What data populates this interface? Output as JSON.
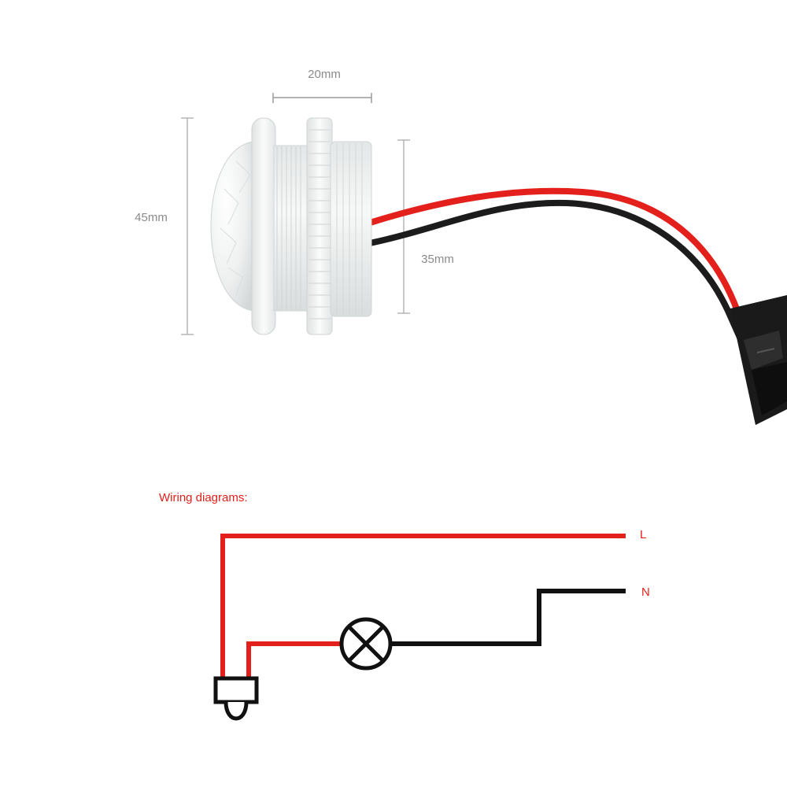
{
  "product": {
    "dimensions": {
      "depth": "20mm",
      "outer_diameter": "45mm",
      "thread_diameter": "35mm"
    },
    "wire_colors": {
      "live": "#e3201b",
      "neutral": "#1a1a1a"
    },
    "body_color": "#f1f3f3"
  },
  "wiring": {
    "title": "Wiring diagrams:",
    "live_label": "L",
    "neutral_label": "N",
    "colors": {
      "live": "#e3201b",
      "neutral": "#111111",
      "title": "#e3201b",
      "live_label": "#e3201b",
      "neutral_label": "#e3201b"
    },
    "components": {
      "sensor_icon": "pir-sensor-icon",
      "lamp_icon": "lamp-icon"
    }
  }
}
